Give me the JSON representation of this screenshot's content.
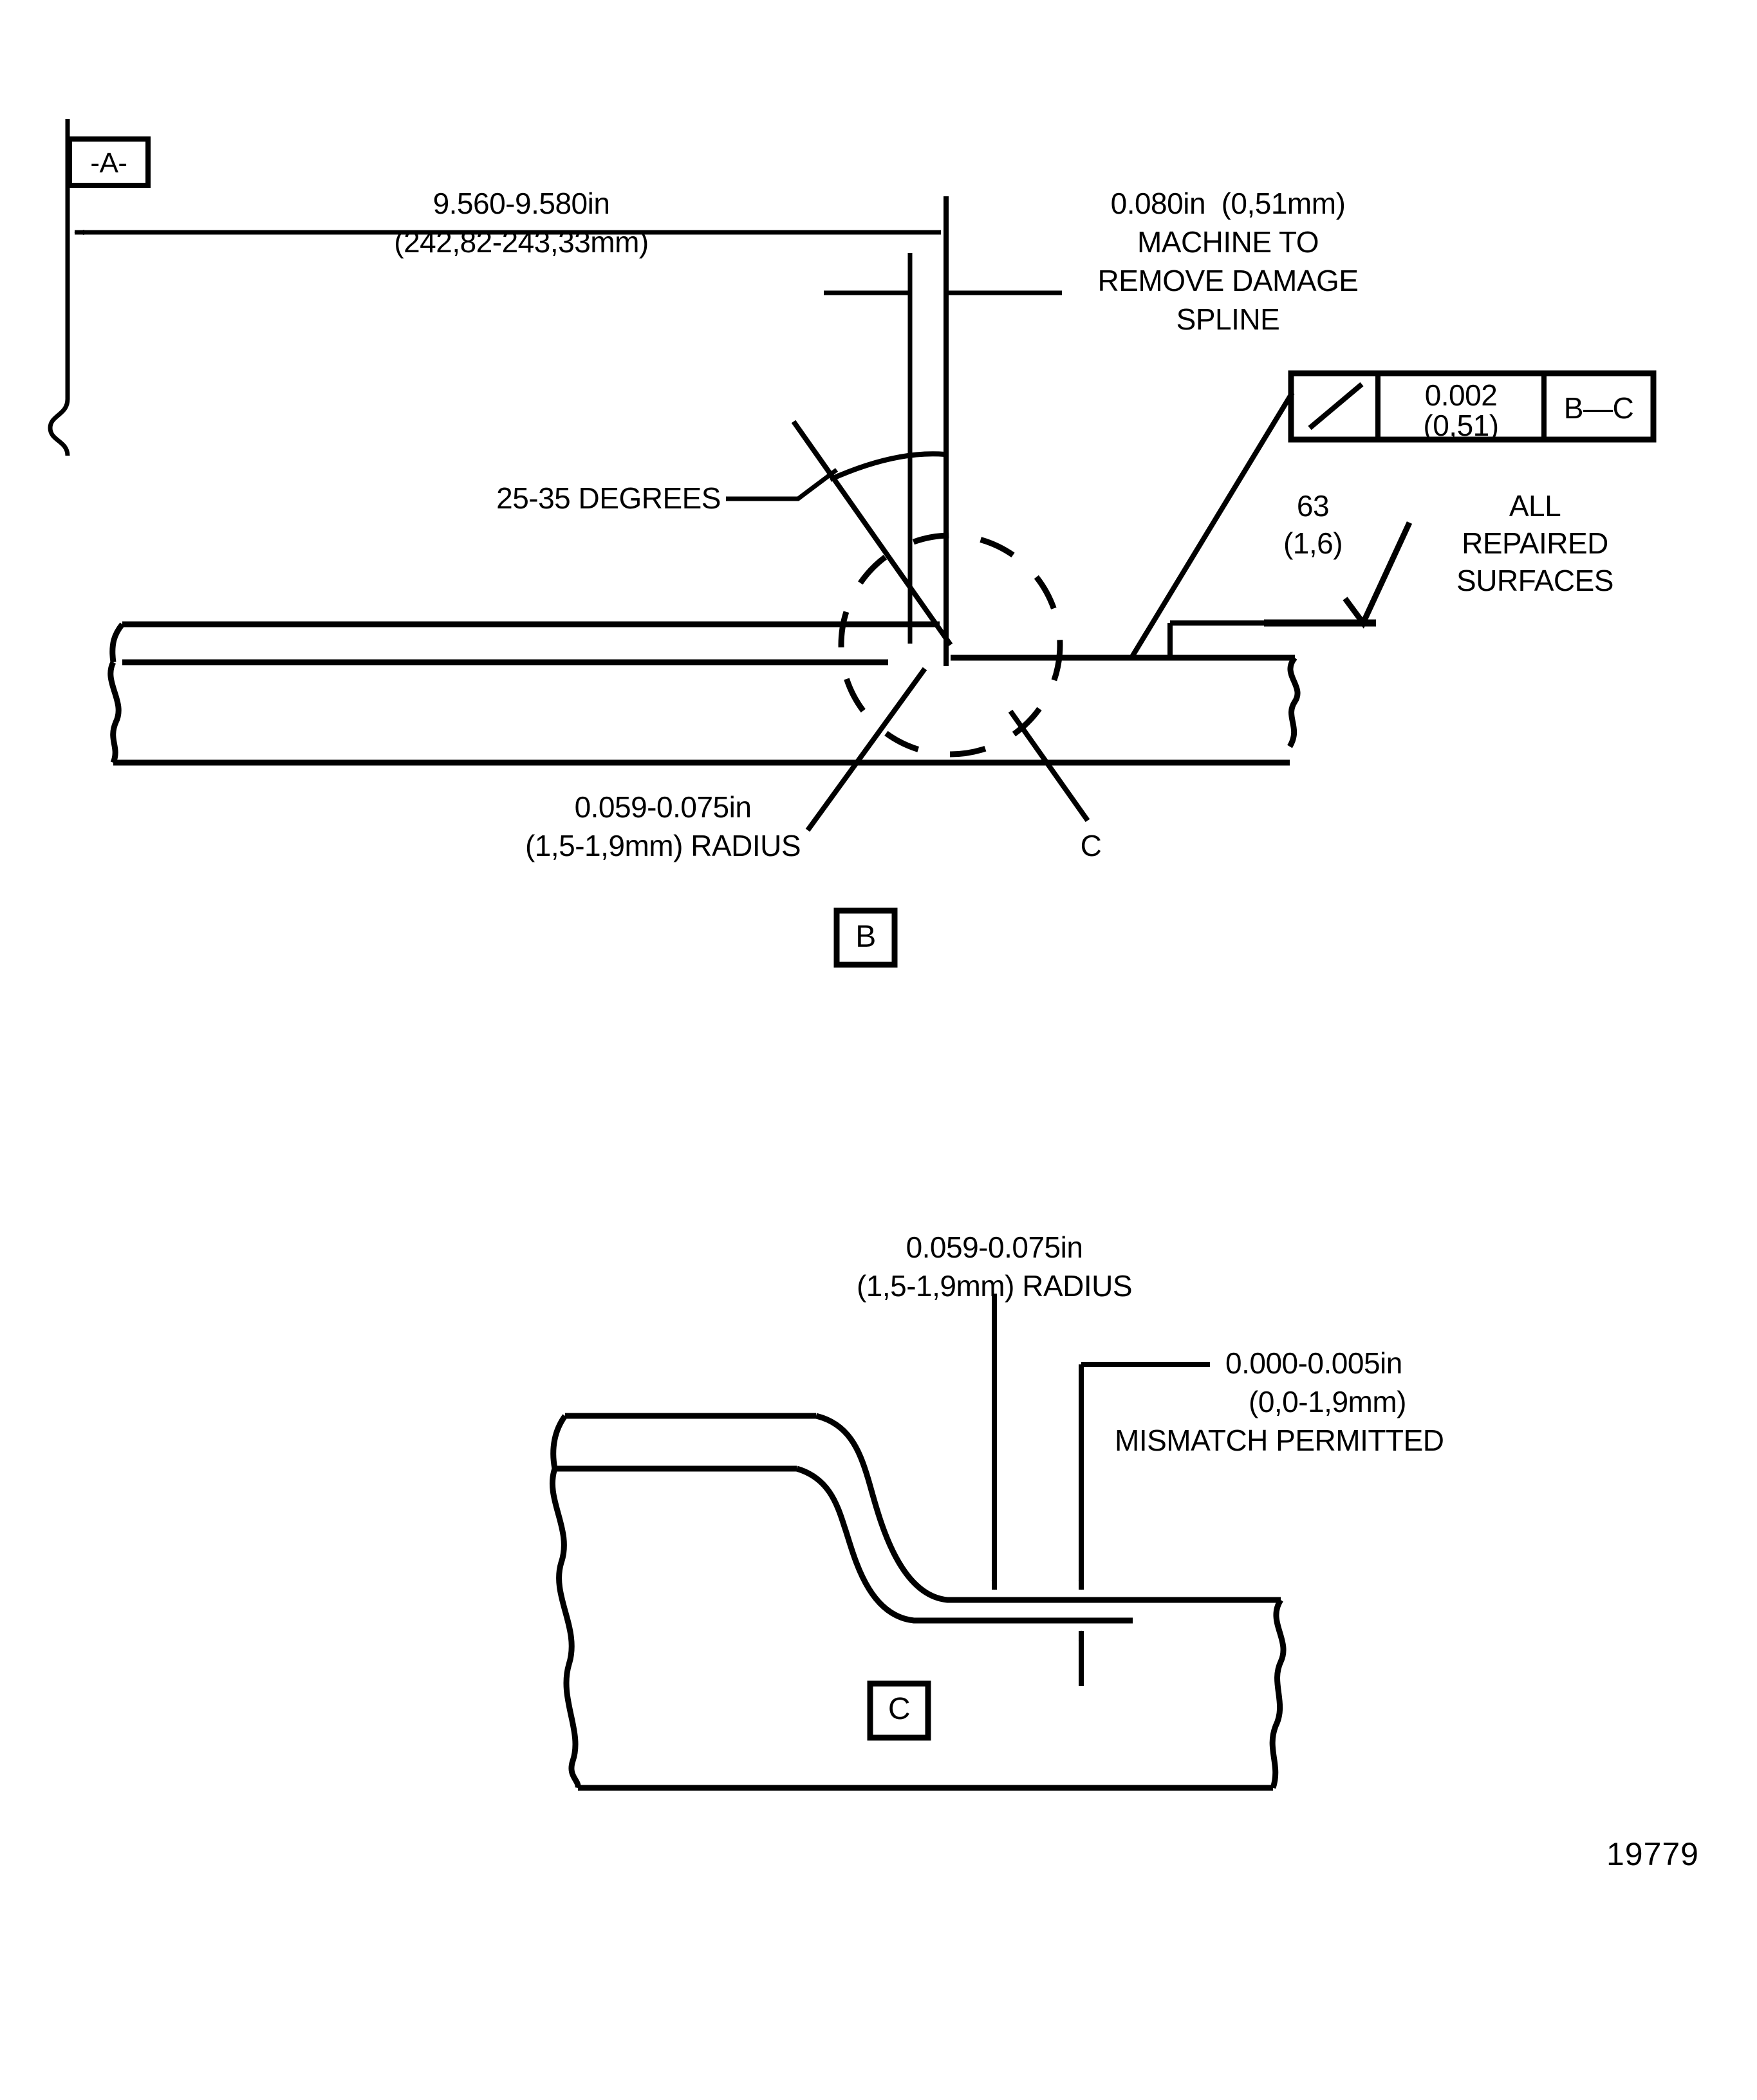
{
  "drawing": {
    "number": "19779",
    "datum_a_label": "-A-",
    "datum_c_label": "C"
  },
  "view_b": {
    "label": "B",
    "overall_length": {
      "inch": "9.560-9.580in",
      "mm": "(242,82-243,33mm)"
    },
    "machine_note": {
      "line1": "0.080in  (0,51mm)",
      "line2": "MACHINE TO",
      "line3": "REMOVE DAMAGE",
      "line4": "SPLINE"
    },
    "angle_note": "25-35 DEGREES",
    "radius_note": {
      "line1": "0.059-0.075in",
      "line2": "(1,5-1,9mm) RADIUS"
    },
    "feature_control_frame": {
      "symbol": "profile-line-symbol",
      "tolerance_inch": "0.002",
      "tolerance_mm": "(0,51)",
      "datum_reference": "B—C"
    },
    "surface_finish": {
      "value_inch": "63",
      "value_mm": "(1,6)",
      "symbol": "surface-finish-check-symbol",
      "applies_line1": "ALL",
      "applies_line2": "REPAIRED",
      "applies_line3": "SURFACES"
    }
  },
  "view_c": {
    "label": "C",
    "radius_note": {
      "line1": "0.059-0.075in",
      "line2": "(1,5-1,9mm) RADIUS"
    },
    "mismatch_note": {
      "line1": "0.000-0.005in",
      "line2": "(0,0-1,9mm)",
      "line3": "MISMATCH PERMITTED"
    }
  },
  "colors": {
    "ink": "#000000",
    "paper": "#ffffff"
  }
}
